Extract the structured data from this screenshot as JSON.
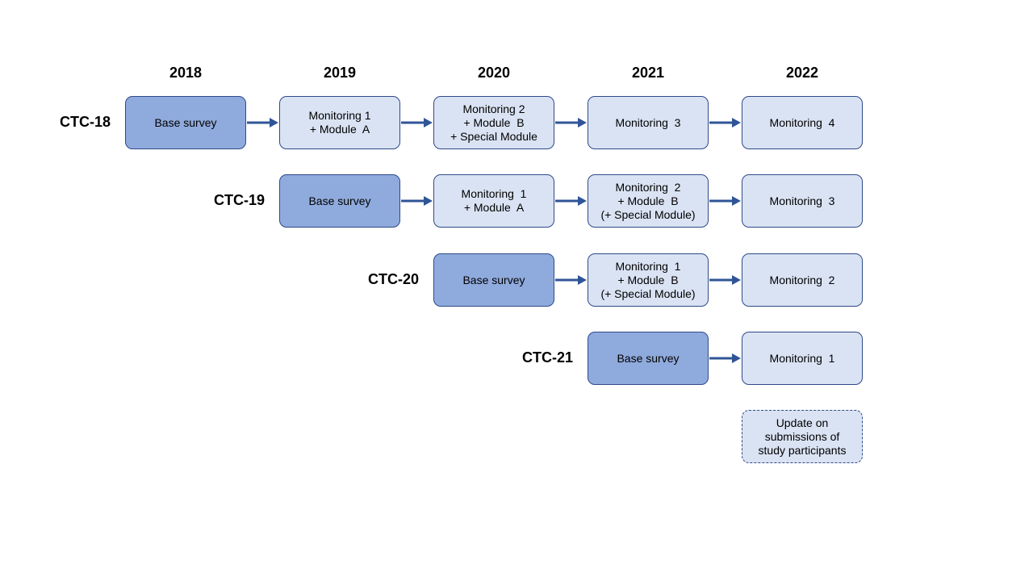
{
  "years": [
    "2018",
    "2019",
    "2020",
    "2021",
    "2022"
  ],
  "cohorts": [
    {
      "label": "CTC-18",
      "cells": [
        {
          "type": "base",
          "lines": [
            "Base survey"
          ]
        },
        {
          "type": "mon",
          "lines": [
            "Monitoring 1",
            "+ Module  A"
          ]
        },
        {
          "type": "mon",
          "lines": [
            "Monitoring 2",
            "+ Module  B",
            "+ Special Module"
          ]
        },
        {
          "type": "mon",
          "lines": [
            "Monitoring  3"
          ]
        },
        {
          "type": "mon",
          "lines": [
            "Monitoring  4"
          ]
        }
      ]
    },
    {
      "label": "CTC-19",
      "cells": [
        {
          "type": "base",
          "lines": [
            "Base survey"
          ]
        },
        {
          "type": "mon",
          "lines": [
            "Monitoring  1",
            "+ Module  A"
          ]
        },
        {
          "type": "mon",
          "lines": [
            "Monitoring  2",
            "+ Module  B",
            "(+ Special Module)"
          ]
        },
        {
          "type": "mon",
          "lines": [
            "Monitoring  3"
          ]
        }
      ]
    },
    {
      "label": "CTC-20",
      "cells": [
        {
          "type": "base",
          "lines": [
            "Base survey"
          ]
        },
        {
          "type": "mon",
          "lines": [
            "Monitoring  1",
            "+ Module  B",
            "(+ Special Module)"
          ]
        },
        {
          "type": "mon",
          "lines": [
            "Monitoring  2"
          ]
        }
      ]
    },
    {
      "label": "CTC-21",
      "cells": [
        {
          "type": "base",
          "lines": [
            "Base survey"
          ]
        },
        {
          "type": "mon",
          "lines": [
            "Monitoring  1"
          ]
        }
      ]
    }
  ],
  "note": {
    "lines": [
      "Update on",
      "submissions of",
      "study participants"
    ]
  },
  "colors": {
    "base": "#8faadc",
    "monitoring": "#dae3f3",
    "border": "#2f4a8a",
    "arrow": "#2f5597"
  }
}
